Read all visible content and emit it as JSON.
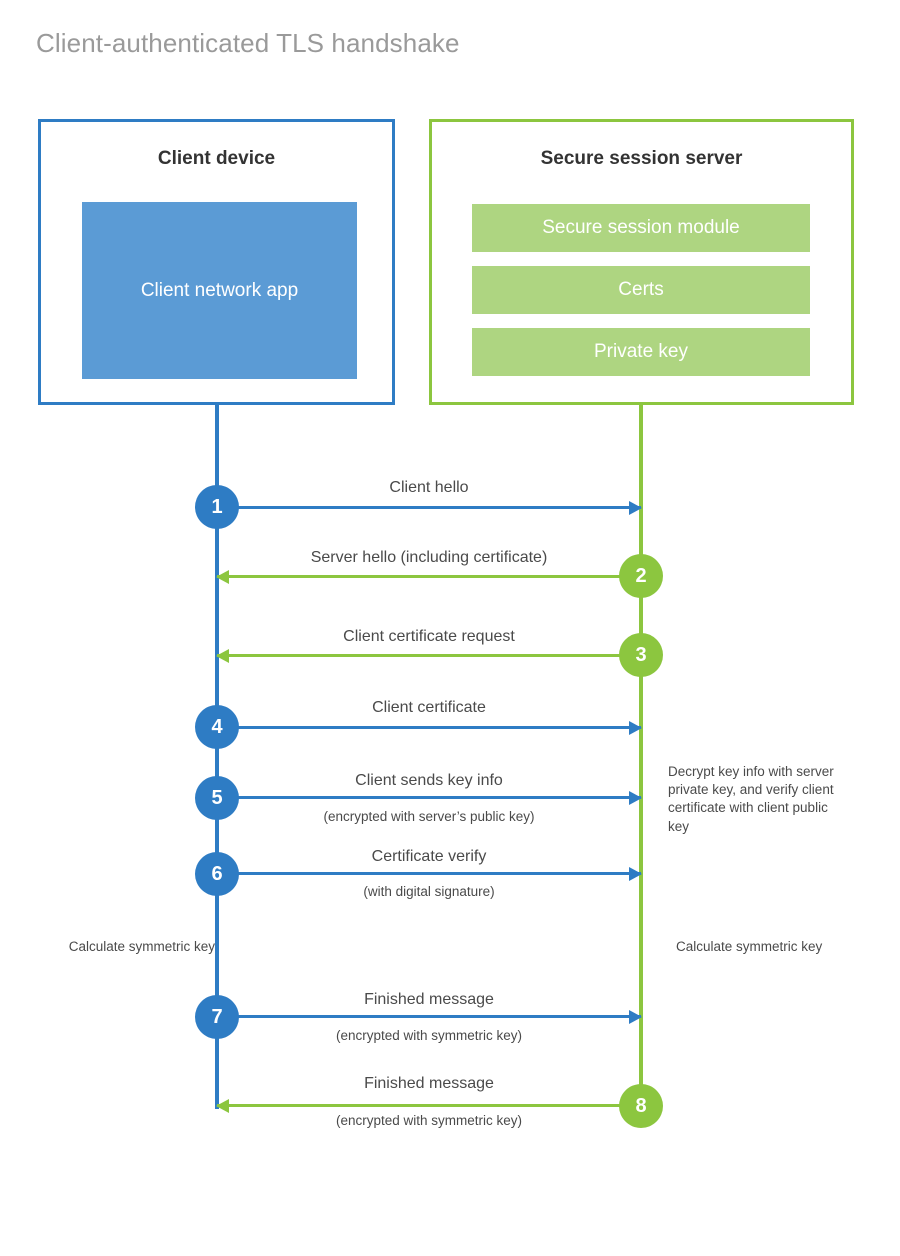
{
  "page": {
    "title": "Client-authenticated TLS handshake"
  },
  "colors": {
    "client_blue": "#2e7cc4",
    "client_app_fill": "#5b9bd5",
    "server_green": "#8cc63f",
    "server_bar_fill": "#aed581",
    "title_gray": "#9a9a9a",
    "label_gray": "#4a4a4a"
  },
  "actors": {
    "client": {
      "title": "Client device",
      "block_label": "Client network app"
    },
    "server": {
      "title": "Secure session server",
      "bars": [
        {
          "label": "Secure session module"
        },
        {
          "label": "Certs"
        },
        {
          "label": "Private key"
        }
      ]
    }
  },
  "steps": [
    {
      "number": "1",
      "direction": "client-to-server",
      "label": "Client hello",
      "sublabel": ""
    },
    {
      "number": "2",
      "direction": "server-to-client",
      "label": "Server hello (including certificate)",
      "sublabel": ""
    },
    {
      "number": "3",
      "direction": "server-to-client",
      "label": "Client certificate request",
      "sublabel": ""
    },
    {
      "number": "4",
      "direction": "client-to-server",
      "label": "Client certificate",
      "sublabel": ""
    },
    {
      "number": "5",
      "direction": "client-to-server",
      "label": "Client sends key info",
      "sublabel": "(encrypted with server’s public key)"
    },
    {
      "number": "6",
      "direction": "client-to-server",
      "label": "Certificate verify",
      "sublabel": "(with digital signature)"
    },
    {
      "number": "7",
      "direction": "client-to-server",
      "label": "Finished message",
      "sublabel": "(encrypted with symmetric key)"
    },
    {
      "number": "8",
      "direction": "server-to-client",
      "label": "Finished message",
      "sublabel": "(encrypted with symmetric key)"
    }
  ],
  "annotations": {
    "server_decrypt": "Decrypt key info with server private key, and verify client certificate with client public key",
    "client_calculate": "Calculate symmetric key",
    "server_calculate": "Calculate symmetric key"
  }
}
